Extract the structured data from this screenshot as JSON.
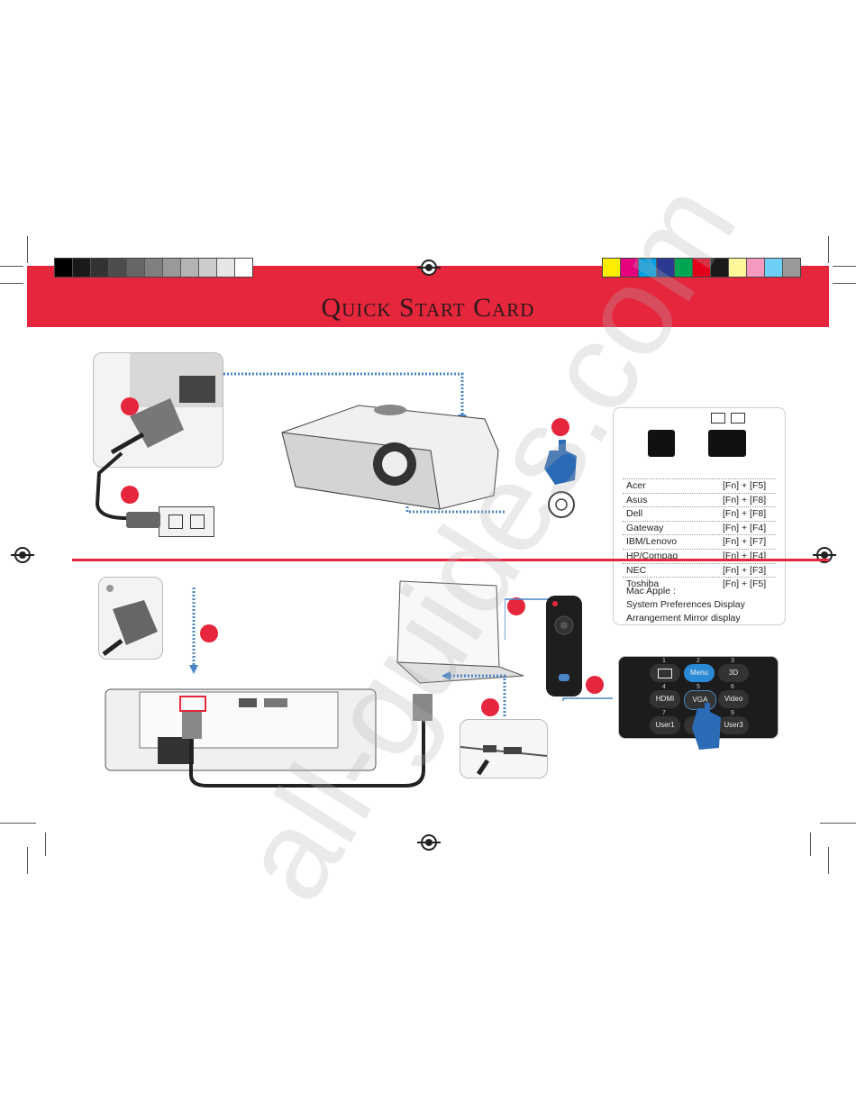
{
  "title": "Quick Start Card",
  "watermark": "all-guides.com",
  "hotkey_table": {
    "rows": [
      {
        "brand": "Acer",
        "keys": "[Fn] + [F5]"
      },
      {
        "brand": "Asus",
        "keys": "[Fn] + [F8]"
      },
      {
        "brand": "Dell",
        "keys": "[Fn] + [F8]"
      },
      {
        "brand": "Gateway",
        "keys": "[Fn] + [F4]"
      },
      {
        "brand": "IBM/Lenovo",
        "keys": "[Fn] + [F7]"
      },
      {
        "brand": "HP/Compaq",
        "keys": "[Fn] + [F4]"
      },
      {
        "brand": "NEC",
        "keys": "[Fn] + [F3]"
      },
      {
        "brand": "Toshiba",
        "keys": "[Fn] + [F5]"
      }
    ],
    "mac_label": "Mac Apple :",
    "mac_line1": "System Preferences   Display",
    "mac_line2": "Arrangement   Mirror display"
  },
  "remote_buttons": {
    "b1": "1",
    "b2": "2",
    "b3": "3",
    "menu": "Menu",
    "threed": "3D",
    "b4": "4",
    "b5": "5",
    "b6": "6",
    "hdmi": "HDMI",
    "vga": "VGA",
    "video": "Video",
    "b7": "7",
    "b9": "9",
    "user1": "User1",
    "user3": "User3"
  },
  "colors": {
    "accent": "#e6263c",
    "connector": "#4a86c8",
    "swatches_left": [
      "#000000",
      "#1a1a1a",
      "#333333",
      "#4d4d4d",
      "#666666",
      "#808080",
      "#999999",
      "#b3b3b3",
      "#cccccc",
      "#e6e6e6",
      "#ffffff"
    ],
    "swatches_right": [
      "#ffed00",
      "#e5007d",
      "#009fe3",
      "#2b3990",
      "#00a651",
      "#e3001b",
      "#1a1a1a",
      "#fff799",
      "#f49ac1",
      "#6dcff6",
      "#999999"
    ]
  }
}
